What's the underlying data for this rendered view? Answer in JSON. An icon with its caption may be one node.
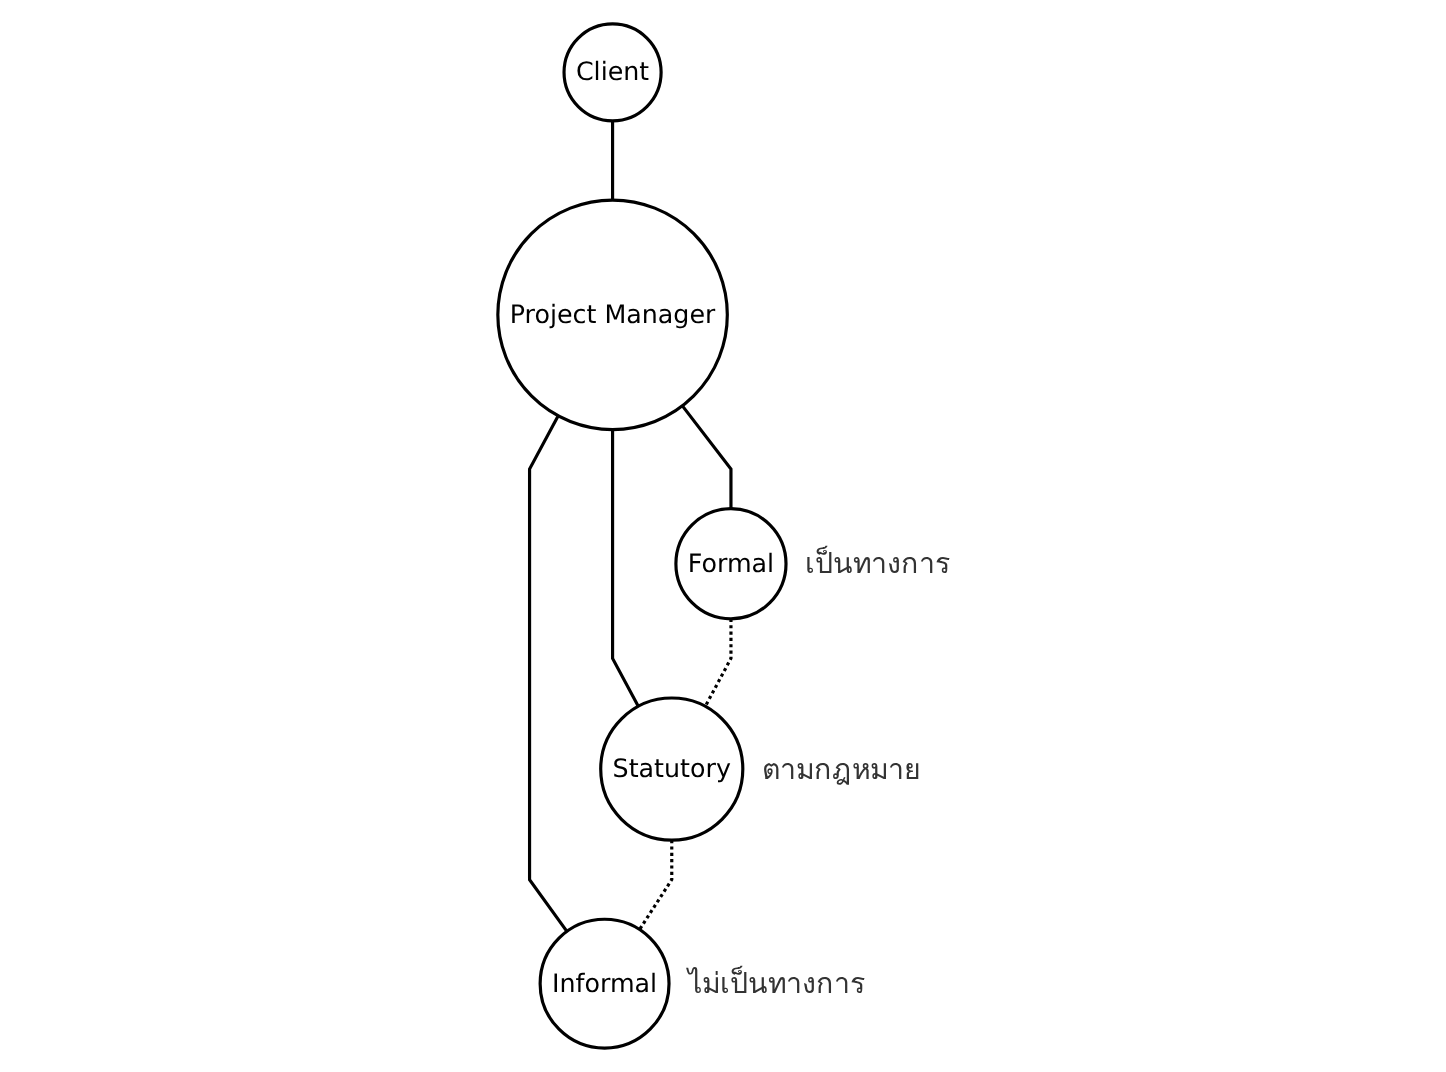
{
  "diagram": {
    "nodes": [
      {
        "text": [
          "Client"
        ]
      },
      {
        "text": [
          "Project Manager"
        ]
      },
      {
        "text": [
          "Formal"
        ],
        "beside": [
          "เป็นทางการ"
        ]
      },
      {
        "text": [
          "Statutory"
        ],
        "beside": [
          "ตามกฎหมาย"
        ]
      },
      {
        "text": [
          "Informal"
        ],
        "beside": [
          "ไม่เป็นทางการ"
        ]
      }
    ],
    "edges": [
      {
        "from": 0,
        "to": 1,
        "arrow": "none"
      },
      {
        "from": 1,
        "to": 2,
        "arrow": "none"
      },
      {
        "from": 1,
        "to": 3,
        "arrow": "none"
      },
      {
        "from": 1,
        "to": 4,
        "arrow": "none"
      },
      {
        "from": 2,
        "to": 3,
        "arrow": "none",
        "style": "dashed"
      },
      {
        "from": 3,
        "to": 4,
        "arrow": "none",
        "style": "dashed"
      }
    ]
  }
}
